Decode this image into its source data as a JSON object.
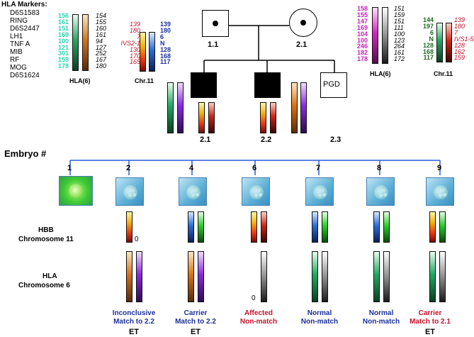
{
  "hla_markers": {
    "heading": "HLA Markers:",
    "names": [
      "D6S1583",
      "RING",
      "D6S2447",
      "LH1",
      "TNF A",
      "MIB",
      "RF",
      "MOG",
      "D6S1624"
    ],
    "father_col_a": [
      "156",
      "161",
      "151",
      "169",
      "100",
      "121",
      "301",
      "159",
      "178"
    ],
    "father_col_b": [
      "154",
      "155",
      "160",
      "161",
      "94",
      "127",
      "252",
      "167",
      "180"
    ],
    "label": "HLA(6)"
  },
  "father_chr11": {
    "col_a": [
      "139",
      "180",
      "7",
      "IVS2-1",
      "130",
      "170",
      "165"
    ],
    "col_b": [
      "139",
      "180",
      "6",
      "N",
      "128",
      "168",
      "117"
    ],
    "label": "Chr.11"
  },
  "mother_hla": {
    "col_a": [
      "158",
      "155",
      "147",
      "169",
      "104",
      "100",
      "246",
      "182",
      "178"
    ],
    "col_b": [
      "151",
      "159",
      "151",
      "111",
      "100",
      "123",
      "264",
      "161",
      "172"
    ],
    "label": "HLA(6)"
  },
  "mother_chr11": {
    "col_a": [
      "144",
      "197",
      "6",
      "N",
      "128",
      "168",
      "117"
    ],
    "col_b": [
      "139",
      "180",
      "7",
      "IVS1-5",
      "128",
      "162",
      "159"
    ],
    "label": "Chr.11"
  },
  "pedigree": {
    "father_label": "1.1",
    "mother_label": "2.1",
    "child1_label": "2.1",
    "child2_label": "2.2",
    "pgd_box_label": "PGD",
    "pgd_label": "2.3"
  },
  "embryo_heading": "Embryo #",
  "embryos": [
    {
      "num": "1",
      "cap1": "",
      "cap2": "",
      "et": ""
    },
    {
      "num": "2",
      "cap1": "Inconclusive",
      "cap2": "Match to 2.2",
      "et": "ET"
    },
    {
      "num": "4",
      "cap1": "Carrier",
      "cap2": "Match to 2.2",
      "et": "ET"
    },
    {
      "num": "6",
      "cap1": "Affected",
      "cap2": "Non-match",
      "et": ""
    },
    {
      "num": "7",
      "cap1": "Normal",
      "cap2": "Non-match",
      "et": ""
    },
    {
      "num": "8",
      "cap1": "Normal",
      "cap2": "Non-match",
      "et": ""
    },
    {
      "num": "9",
      "cap1": "Carrier",
      "cap2": "Match to 2.1",
      "et": "ET"
    }
  ],
  "row_labels": {
    "hbb_line1": "HBB",
    "hbb_line2": "Chromosome 11",
    "hla_line1": "HLA",
    "hla_line2": "Chromosome 6"
  },
  "zero_marks": {
    "emb2_hbb": "0",
    "emb6_hla": "0"
  },
  "colors": {
    "blue_text": "#1c2f9a",
    "red_text": "#c4122a",
    "turquoise": "#2fd3b0",
    "magenta": "#c522b8",
    "dark_green": "#1e6b1e",
    "tree_line": "#2a5bd7"
  }
}
